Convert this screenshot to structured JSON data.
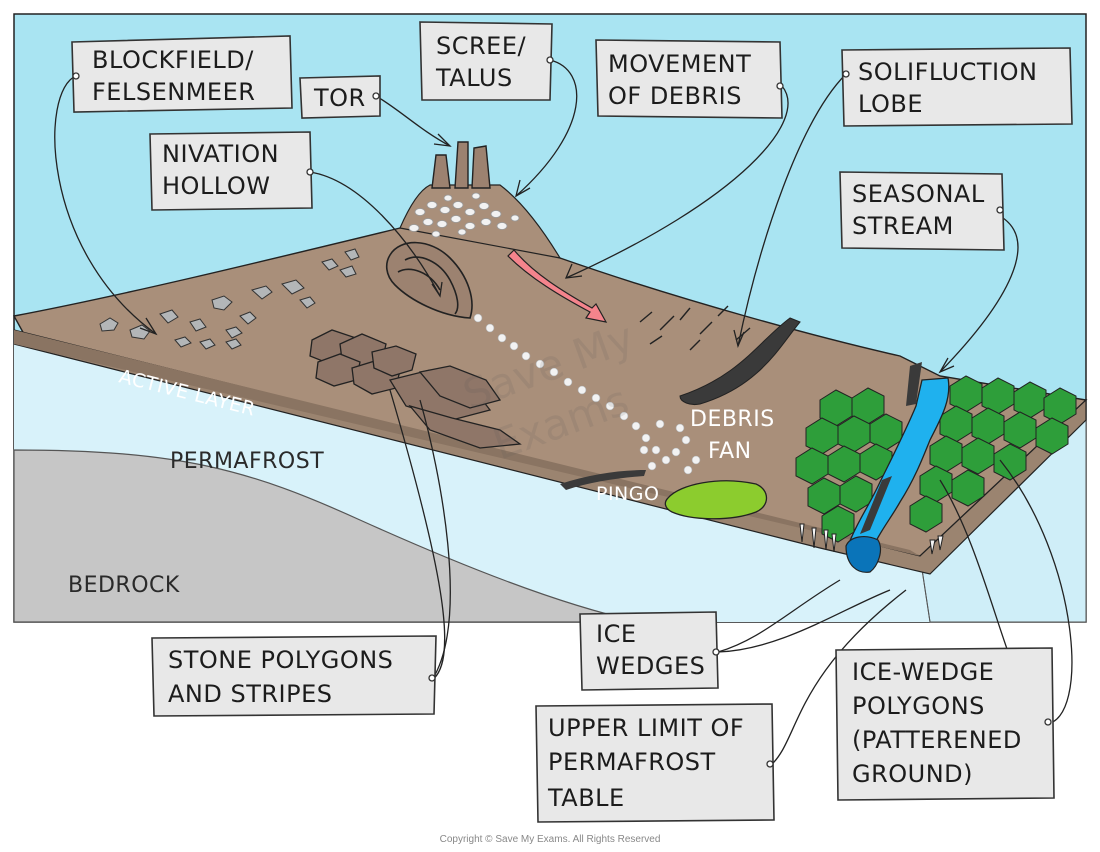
{
  "labels": {
    "blockfield": [
      "BLOCKFIELD/",
      "FELSENMEER"
    ],
    "tor": [
      "TOR"
    ],
    "scree": [
      "SCREE/",
      "TALUS"
    ],
    "movement": [
      "MOVEMENT",
      "OF DEBRIS"
    ],
    "solifluction": [
      "SOLIFLUCTION",
      "LOBE"
    ],
    "nivation": [
      "NIVATION",
      "HOLLOW"
    ],
    "seasonal": [
      "SEASONAL",
      "STREAM"
    ],
    "stone_polygons": [
      "STONE POLYGONS",
      "AND STRIPES"
    ],
    "ice_wedges": [
      "ICE",
      "WEDGES"
    ],
    "upper_limit": [
      "UPPER LIMIT OF",
      "PERMAFROST",
      "TABLE"
    ],
    "ice_wedge_polygons": [
      "ICE-WEDGE",
      "POLYGONS",
      "(PATTERENED",
      "GROUND)"
    ]
  },
  "regions": {
    "active_layer": "ACTIVE LAYER",
    "permafrost": "PERMAFROST",
    "bedrock": "BEDROCK",
    "debris_fan": [
      "DEBRIS",
      "FAN"
    ],
    "pingo": "PINGO"
  },
  "watermark": [
    "Save My",
    "Exams"
  ],
  "copyright": "Copyright © Save My Exams. All Rights Reserved",
  "colors": {
    "sky": "#a9e4f2",
    "permafrost": "#d8f2fa",
    "bedrock": "#c6c6c6",
    "ground": "#a98f7a",
    "ground_side": "#9b8470",
    "stone_polygon": "#8f7668",
    "scree": "#f2f2f2",
    "debris_arrow": "#f4848c",
    "pingo": "#8ccc2e",
    "ice_polygon": "#2e9e3a",
    "stream": "#1fb1ee",
    "stream_deep": "#0a74b9",
    "ice_wedge": "#f4f4f4",
    "lobe": "#3a3a3a"
  }
}
